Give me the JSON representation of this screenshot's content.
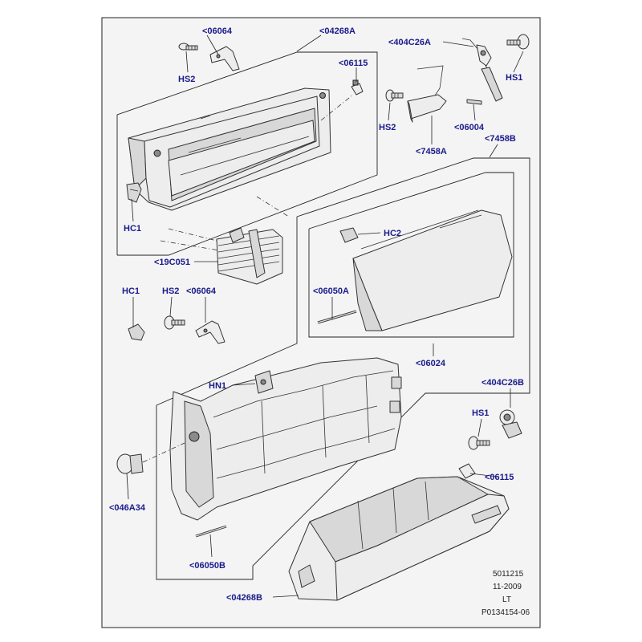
{
  "labels": {
    "l_06064_top": "<06064",
    "l_hs2_top": "HS2",
    "l_04268a": "<04268A",
    "l_06115_top": "<06115",
    "l_404c26a": "<404C26A",
    "l_hs1_top": "HS1",
    "l_hs2_mid": "HS2",
    "l_06004": "<06004",
    "l_7458a": "<7458A",
    "l_7458b": "<7458B",
    "l_hc1_top": "HC1",
    "l_hc2": "HC2",
    "l_19c051": "<19C051",
    "l_hc1_mid": "HC1",
    "l_hs2_low": "HS2",
    "l_06064_mid": "<06064",
    "l_06050a": "<06050A",
    "l_06024": "<06024",
    "l_hn1": "HN1",
    "l_404c26b": "<404C26B",
    "l_hs1_low": "HS1",
    "l_046a34": "<046A34",
    "l_06115_low": "<06115",
    "l_06050b": "<06050B",
    "l_04268b": "<04268B"
  },
  "footer": {
    "code": "5011215",
    "date": "11-2009",
    "region": "LT",
    "ref": "P0134154-06"
  },
  "colors": {
    "label_text": "#1a1a8c",
    "frame": "#f4f4f4",
    "line": "#222222"
  }
}
